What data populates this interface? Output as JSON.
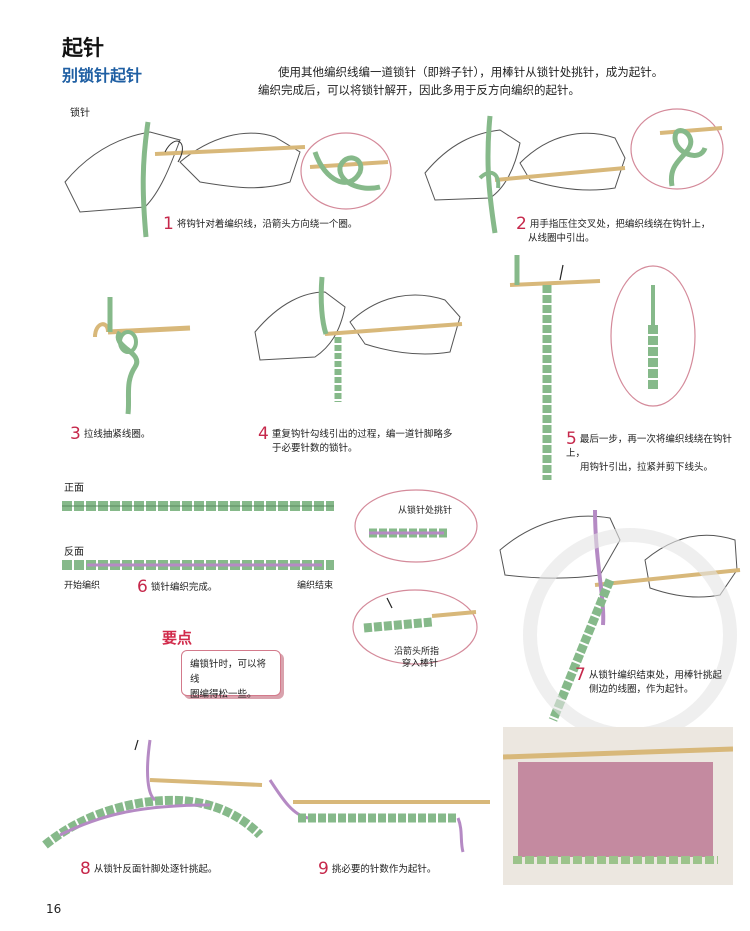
{
  "header": {
    "title": "起针",
    "subtitle": "别锁针起针",
    "intro_line1": "使用其他编织线编一道锁针（即辫子针），用棒针从锁针处挑针，成为起针。",
    "intro_line2": "编织完成后，可以将锁针解开，因此多用于反方向编织的起针。"
  },
  "labels": {
    "chain": "锁针",
    "front": "正面",
    "back": "反面",
    "start": "开始编织",
    "end": "编织结束",
    "pick_from_chain": "从锁针处挑针",
    "arrow_hint_1": "沿箭头所指",
    "arrow_hint_2": "穿入棒针"
  },
  "steps": [
    {
      "num": "1",
      "text": "将钩针对着编织线，沿箭头方向绕一个圈。"
    },
    {
      "num": "2",
      "text_1": "用手指压住交叉处，把编织线绕在钩针上，",
      "text_2": "从线圈中引出。"
    },
    {
      "num": "3",
      "text": "拉线抽紧线圈。"
    },
    {
      "num": "4",
      "text_1": "重复钩针勾线引出的过程，编一道针脚略多",
      "text_2": "于必要针数的锁针。"
    },
    {
      "num": "5",
      "text_1": "最后一步，再一次将编织线绕在钩针上，",
      "text_2": "用钩针引出，拉紧并剪下线头。"
    },
    {
      "num": "6",
      "text": "锁针编织完成。"
    },
    {
      "num": "7",
      "text_1": "从锁针编织结束处，用棒针挑起",
      "text_2": "侧边的线圈，作为起针。"
    },
    {
      "num": "8",
      "text": "从锁针反面针脚处逐针挑起。"
    },
    {
      "num": "9",
      "text": "挑必要的针数作为起针。"
    }
  ],
  "tip": {
    "heading": "要点",
    "text_1": "编锁针时，可以将线",
    "text_2": "圈编得松一些。"
  },
  "page_number": "16",
  "colors": {
    "subtitle": "#1f5fa3",
    "step_number": "#c6284b",
    "tip_heading": "#d12a4a",
    "yarn_green": "#86b98a",
    "yarn_purple": "#b58ac4",
    "needle": "#d8b87a",
    "circle_border": "#d48a9a"
  }
}
